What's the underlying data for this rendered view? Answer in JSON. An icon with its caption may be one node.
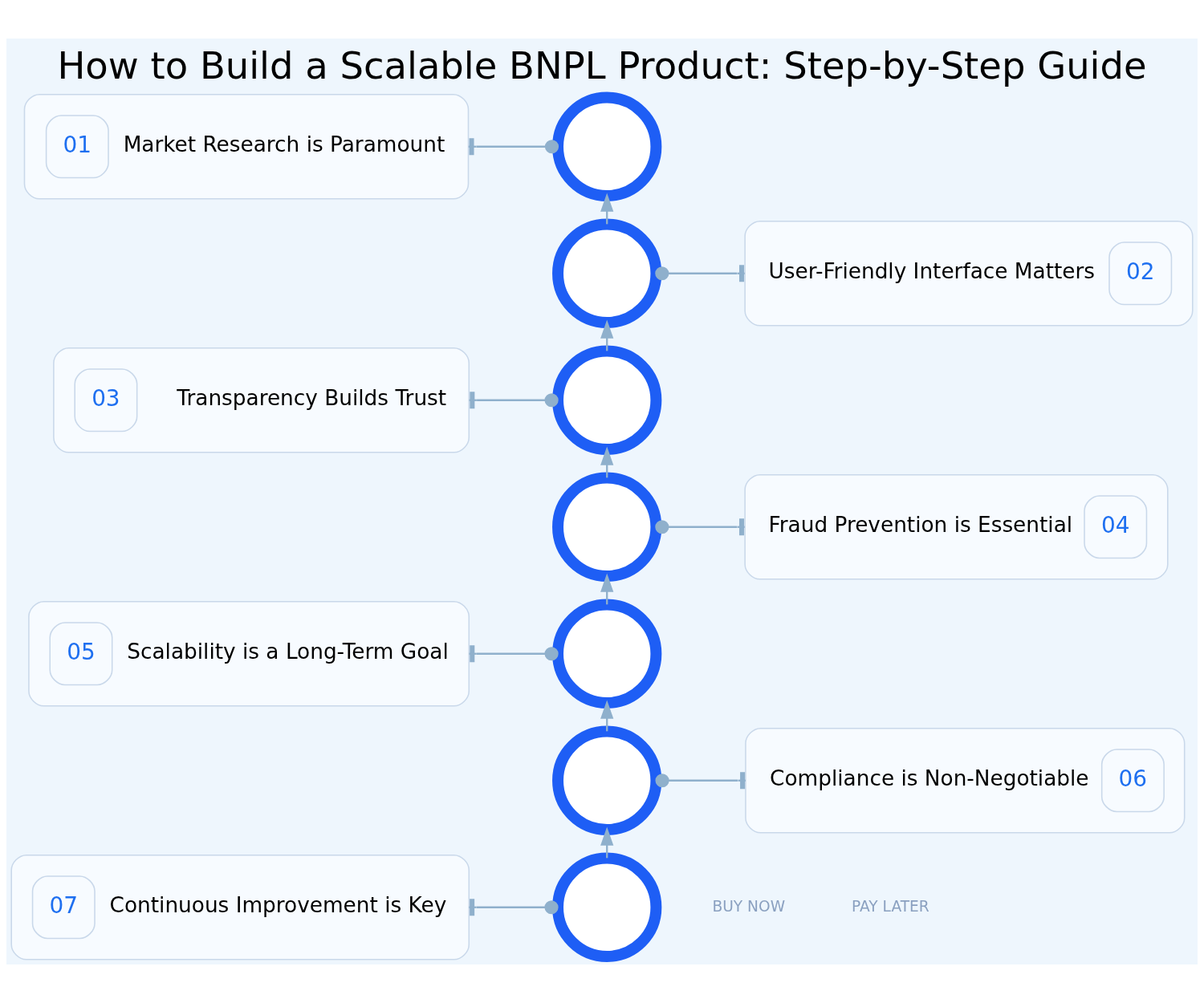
{
  "diagram": {
    "title": "How to Build a Scalable BNPL Product: Step-by-Step Guide",
    "nodes": [
      {
        "text": [
          "01",
          "Market Research is Paramount"
        ]
      },
      {
        "text": [],
        "shape": "circle"
      },
      {
        "text": [],
        "shape": "circle"
      },
      {
        "text": [
          "User-Friendly Interface Matters",
          "02"
        ]
      },
      {
        "text": [
          "03",
          "Transparency Builds Trust"
        ]
      },
      {
        "text": [],
        "shape": "circle"
      },
      {
        "text": [],
        "shape": "circle"
      },
      {
        "text": [
          "Fraud Prevention is Essential",
          "04"
        ]
      },
      {
        "text": [
          "05",
          "Scalability is a Long-Term Goal"
        ]
      },
      {
        "text": [],
        "shape": "circle"
      },
      {
        "text": [],
        "shape": "circle"
      },
      {
        "text": [
          "Compliance is Non-Negotiable",
          "06"
        ]
      },
      {
        "text": [
          "07",
          "Continuous Improvement is Key"
        ]
      },
      {
        "text": [],
        "shape": "circle"
      }
    ],
    "edges": [
      {
        "from": 0,
        "to": 1,
        "arrow": "other"
      },
      {
        "from": 2,
        "to": 3,
        "arrow": "other"
      },
      {
        "from": 4,
        "to": 5,
        "arrow": "other"
      },
      {
        "from": 6,
        "to": 7,
        "arrow": "other"
      },
      {
        "from": 8,
        "to": 9,
        "arrow": "other"
      },
      {
        "from": 10,
        "to": 11,
        "arrow": "other"
      },
      {
        "from": 12,
        "to": 13,
        "arrow": "other"
      },
      {
        "from": 2,
        "to": 1,
        "arrow": "to"
      },
      {
        "from": 5,
        "to": 2,
        "arrow": "to"
      },
      {
        "from": 6,
        "to": 5,
        "arrow": "to"
      },
      {
        "from": 9,
        "to": 6,
        "arrow": "to"
      },
      {
        "from": 10,
        "to": 9,
        "arrow": "to"
      },
      {
        "from": 13,
        "to": 10,
        "arrow": "to"
      }
    ],
    "labels": [
      "BUY NOW",
      "PAY LATER"
    ]
  }
}
